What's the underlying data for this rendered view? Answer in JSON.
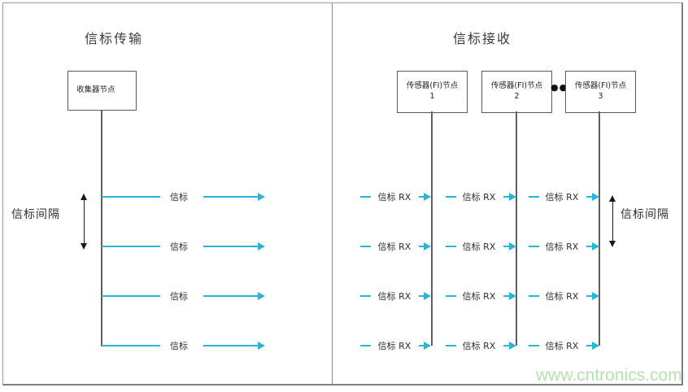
{
  "left_panel": {
    "title": "信标传输",
    "node_label": "收集器节点",
    "interval_label": "信标间隔",
    "beacon_rows": [
      "信标",
      "信标",
      "信标",
      "信标"
    ]
  },
  "right_panel": {
    "title": "信标接收",
    "nodes": [
      {
        "name": "传感器(FI)节点",
        "number": "1"
      },
      {
        "name": "传感器(FI)节点",
        "number": "2"
      },
      {
        "name": "传感器(FI)节点",
        "number": "3"
      }
    ],
    "ellipsis": "●●",
    "interval_label": "信标间隔",
    "rx_rows": [
      [
        "信标 RX",
        "信标 RX",
        "信标 RX"
      ],
      [
        "信标 RX",
        "信标 RX",
        "信标 RX"
      ],
      [
        "信标 RX",
        "信标 RX",
        "信标 RX"
      ],
      [
        "信标 RX",
        "信标 RX",
        "信标 RX"
      ]
    ]
  },
  "watermark": "www.cntronics.com",
  "colors": {
    "beacon_cyan": "#29b6d4",
    "line_gray": "#5f5f5f",
    "frame_gray": "#8c8c8c",
    "text_dark": "#262626",
    "interval_arrow_black": "#1a1a1a",
    "watermark_green": "#b7e1b0"
  }
}
